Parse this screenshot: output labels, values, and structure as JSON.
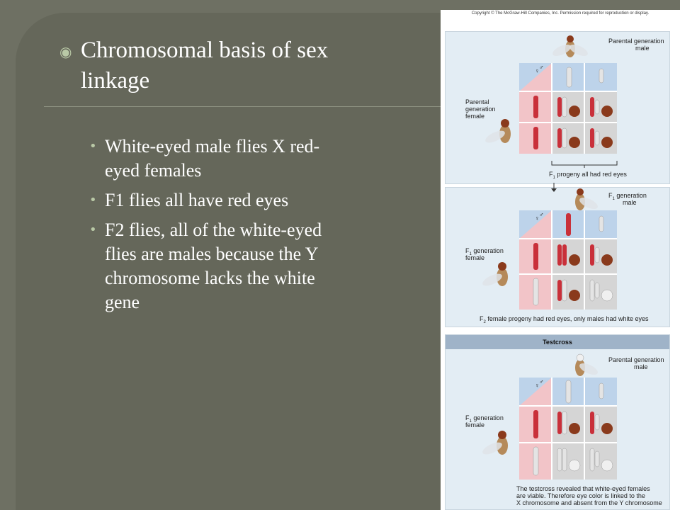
{
  "title": "Chromosomal basis of sex linkage",
  "bullets": [
    "White-eyed male flies X red-eyed females",
    "F1 flies all have red eyes",
    "F2 flies, all of the white-eyed flies are males because the Y chromosome lacks the white gene"
  ],
  "figure": {
    "copyright": "Copyright © The McGraw-Hill Companies, Inc. Permission required for reproduction or display.",
    "panel1": {
      "male_label_1": "Parental generation",
      "male_label_2": "male",
      "female_label_1": "Parental",
      "female_label_2": "generation",
      "female_label_3": "female",
      "caption_prefix": "F",
      "caption_sub": "1",
      "caption_rest": " progeny all had red eyes"
    },
    "panel2": {
      "male_label_1_prefix": "F",
      "male_label_1_sub": "1",
      "male_label_1_rest": " generation",
      "male_label_2": "male",
      "female_label_1_prefix": "F",
      "female_label_1_sub": "1",
      "female_label_1_rest": " generation",
      "female_label_2": "female",
      "caption_prefix": "F",
      "caption_sub": "2",
      "caption_rest": " female progeny had red eyes, only males had white eyes"
    },
    "panel3": {
      "header": "Testcross",
      "male_label_1": "Parental generation",
      "male_label_2": "male",
      "female_label_1_prefix": "F",
      "female_label_1_sub": "1",
      "female_label_1_rest": " generation",
      "female_label_2": "female",
      "caption_1": "The testcross revealed that white-eyed females",
      "caption_2": "are viable. Therefore eye color is linked to the",
      "caption_3": "X chromosome and absent from the Y chromosome"
    },
    "symbols": {
      "female": "♀",
      "male": "♂"
    },
    "colors": {
      "red_chromosome": "#c9303a",
      "white_chromosome": "#e4e4e4",
      "female_cell": "#f2c4c8",
      "male_cell": "#bdd3ea",
      "offspring_cell": "#d5d5d5",
      "red_eye": "#8a3a1c"
    }
  }
}
